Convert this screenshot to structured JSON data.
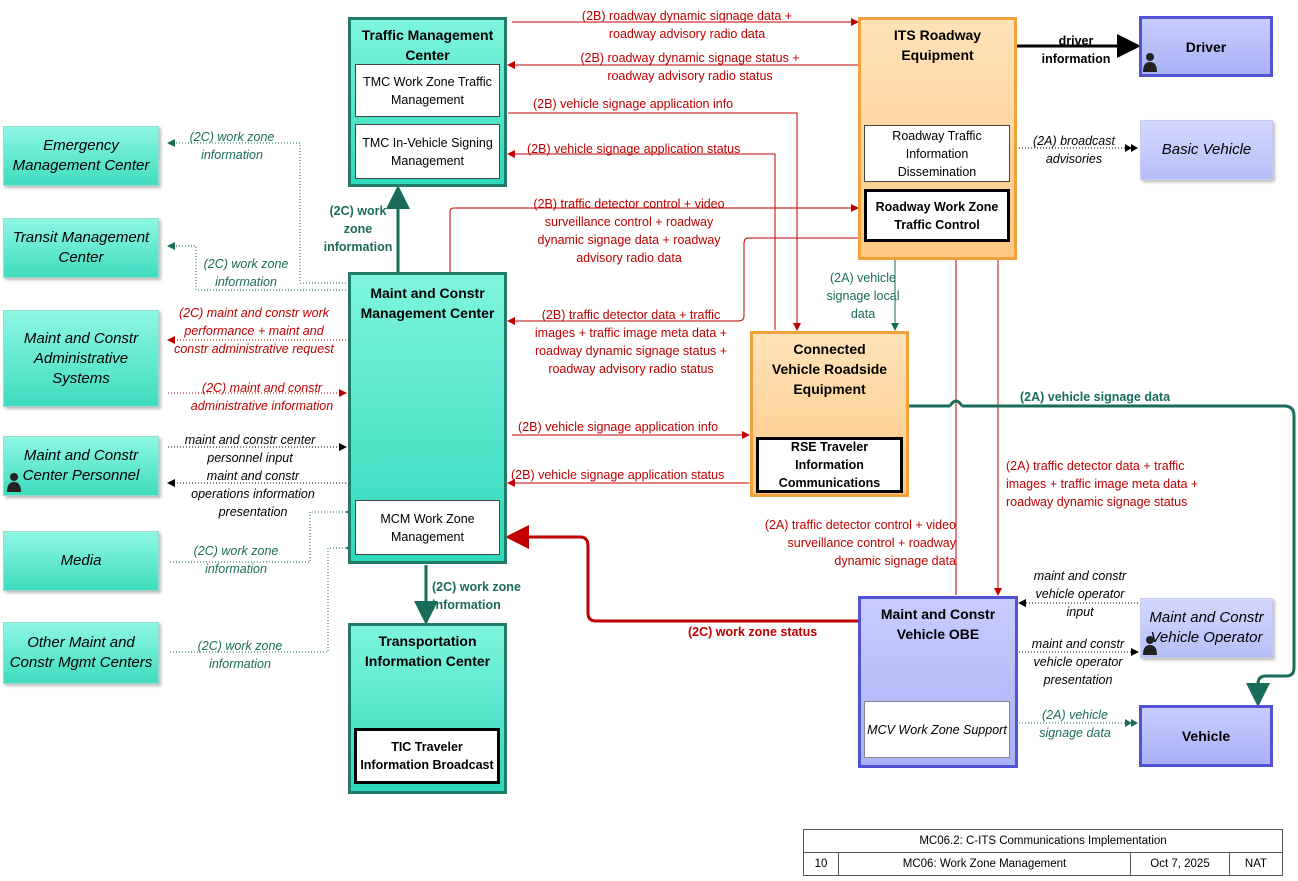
{
  "nodes": {
    "tmc": {
      "title": "Traffic Management Center",
      "subs": [
        "TMC Work Zone Traffic Management",
        "TMC In-Vehicle Signing Management"
      ]
    },
    "mcmc": {
      "title": "Maint and Constr Management Center",
      "subs": [
        "MCM Work Zone Management"
      ]
    },
    "tic": {
      "title": "Transportation Information Center",
      "subs": [
        "TIC Traveler Information Broadcast"
      ]
    },
    "its": {
      "title": "ITS Roadway Equipment",
      "subs": [
        "Roadway Traffic Information Dissemination",
        "Roadway Work Zone Traffic Control"
      ]
    },
    "cvre": {
      "title": "Connected Vehicle Roadside Equipment",
      "subs": [
        "RSE Traveler Information Communications"
      ]
    },
    "obe": {
      "title": "Maint and Constr Vehicle OBE",
      "subs": [
        "MCV Work Zone Support"
      ]
    },
    "driver": {
      "title": "Driver"
    },
    "basic_vehicle": {
      "title": "Basic Vehicle"
    },
    "vehicle": {
      "title": "Vehicle"
    },
    "mcv_operator": {
      "title": "Maint and Constr Vehicle Operator"
    },
    "emc": {
      "title": "Emergency Management Center"
    },
    "transit": {
      "title": "Transit Management Center"
    },
    "admin": {
      "title": "Maint and Constr Administrative Systems"
    },
    "personnel": {
      "title": "Maint and Constr Center Personnel"
    },
    "media": {
      "title": "Media"
    },
    "other_mcmc": {
      "title": "Other Maint and Constr Mgmt Centers"
    }
  },
  "flows": {
    "tmc_its_1": "(2B) roadway dynamic signage data + roadway advisory radio data",
    "its_tmc_1": "(2B) roadway dynamic signage status + roadway advisory radio status",
    "tmc_cvre_info": "(2B) vehicle signage application info",
    "cvre_tmc_status": "(2B) vehicle signage application status",
    "mcmc_its_ctrl": "(2B) traffic detector control + video surveillance control + roadway dynamic signage data + roadway advisory radio data",
    "its_mcmc_data": "(2B) traffic detector data + traffic images + traffic image meta data + roadway dynamic signage status + roadway advisory radio status",
    "mcmc_cvre_info": "(2B) vehicle signage application info",
    "cvre_mcmc_status": "(2B) vehicle signage application status",
    "mcmc_tmc_wz": "(2C) work zone information",
    "mcmc_tic_wz": "(2C) work zone information",
    "mcmc_emc": "(2C) work zone information",
    "mcmc_transit": "(2C) work zone information",
    "admin_perf": "(2C) maint and constr work performance + maint and constr administrative request",
    "admin_info": "(2C) maint and constr administrative information",
    "personnel_in": "maint and constr center personnel input",
    "personnel_out": "maint and constr operations information presentation",
    "mcmc_media": "(2C) work zone information",
    "mcmc_other": "(2C) work zone information",
    "its_driver": "driver information",
    "its_basic": "(2A) broadcast advisories",
    "its_cvre": "(2A) vehicle signage local data",
    "cvre_vehicle": "(2A) vehicle signage data",
    "obe_its_ctrl": "(2A) traffic detector control + video surveillance control + roadway dynamic signage data",
    "its_obe_data": "(2A) traffic detector data + traffic images + traffic image meta data + roadway dynamic signage status",
    "obe_mcmc": "(2C) work zone status",
    "operator_in": "maint and constr vehicle operator input",
    "operator_out": "maint and constr vehicle operator presentation",
    "obe_vehicle": "(2A) vehicle signage data"
  },
  "footer": {
    "title": "MC06.2: C-ITS Communications Implementation",
    "page": "10",
    "package": "MC06: Work Zone Management",
    "date": "Oct 7, 2025",
    "scope": "NAT"
  },
  "colors": {
    "red_flow": "#c00000",
    "green_flow": "#1a6b5a",
    "teal_fill": "#3fdcbf",
    "orange_fill": "#ffc884",
    "blue_fill": "#b6bff8"
  }
}
